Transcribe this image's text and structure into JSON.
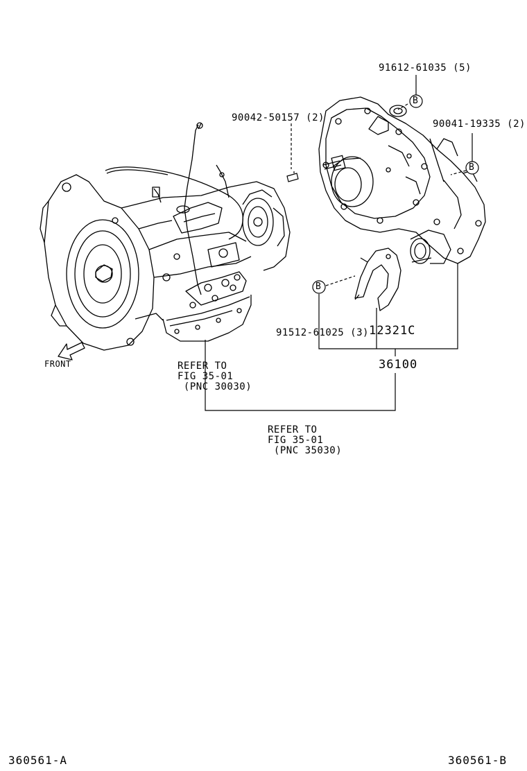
{
  "parts": {
    "p1": "91612-61035 (5)",
    "p2": "90042-50157 (2)",
    "p3": "90041-19335 (2)",
    "p4": "91512-61025 (3)",
    "p5": "12321C",
    "p6": "36100"
  },
  "callout_letter": "B",
  "front_label": "FRONT",
  "refer_left": [
    "REFER TO",
    "FIG 35-01",
    " (PNC 30030)"
  ],
  "refer_bottom": [
    "REFER TO",
    "FIG 35-01",
    " (PNC 35030)"
  ],
  "footer": {
    "left": "360561-A",
    "right": "360561-B"
  }
}
